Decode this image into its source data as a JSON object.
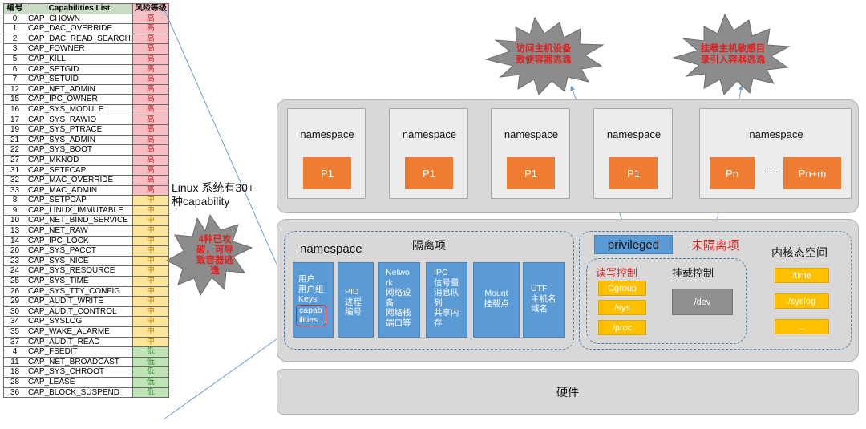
{
  "table": {
    "headers": [
      "编号",
      "Capabilities List",
      "风险等级"
    ],
    "rows": [
      {
        "num": "0",
        "name": "CAP_CHOWN",
        "risk": "高",
        "level": "high"
      },
      {
        "num": "1",
        "name": "CAP_DAC_OVERRIDE",
        "risk": "高",
        "level": "high"
      },
      {
        "num": "2",
        "name": "CAP_DAC_READ_SEARCH",
        "risk": "高",
        "level": "high"
      },
      {
        "num": "3",
        "name": "CAP_FOWNER",
        "risk": "高",
        "level": "high"
      },
      {
        "num": "5",
        "name": "CAP_KILL",
        "risk": "高",
        "level": "high"
      },
      {
        "num": "6",
        "name": "CAP_SETGID",
        "risk": "高",
        "level": "high"
      },
      {
        "num": "7",
        "name": "CAP_SETUID",
        "risk": "高",
        "level": "high"
      },
      {
        "num": "12",
        "name": "CAP_NET_ADMIN",
        "risk": "高",
        "level": "high"
      },
      {
        "num": "15",
        "name": "CAP_IPC_OWNER",
        "risk": "高",
        "level": "high"
      },
      {
        "num": "16",
        "name": "CAP_SYS_MODULE",
        "risk": "高",
        "level": "high"
      },
      {
        "num": "17",
        "name": "CAP_SYS_RAWIO",
        "risk": "高",
        "level": "high"
      },
      {
        "num": "19",
        "name": "CAP_SYS_PTRACE",
        "risk": "高",
        "level": "high"
      },
      {
        "num": "21",
        "name": "CAP_SYS_ADMIN",
        "risk": "高",
        "level": "high"
      },
      {
        "num": "22",
        "name": "CAP_SYS_BOOT",
        "risk": "高",
        "level": "high"
      },
      {
        "num": "27",
        "name": "CAP_MKNOD",
        "risk": "高",
        "level": "high"
      },
      {
        "num": "31",
        "name": "CAP_SETFCAP",
        "risk": "高",
        "level": "high"
      },
      {
        "num": "32",
        "name": "CAP_MAC_OVERRIDE",
        "risk": "高",
        "level": "high"
      },
      {
        "num": "33",
        "name": "CAP_MAC_ADMIN",
        "risk": "高",
        "level": "high"
      },
      {
        "num": "8",
        "name": "CAP_SETPCAP",
        "risk": "中",
        "level": "mid"
      },
      {
        "num": "9",
        "name": "CAP_LINUX_IMMUTABLE",
        "risk": "中",
        "level": "mid"
      },
      {
        "num": "10",
        "name": "CAP_NET_BIND_SERVICE",
        "risk": "中",
        "level": "mid"
      },
      {
        "num": "13",
        "name": "CAP_NET_RAW",
        "risk": "中",
        "level": "mid"
      },
      {
        "num": "14",
        "name": "CAP_IPC_LOCK",
        "risk": "中",
        "level": "mid"
      },
      {
        "num": "20",
        "name": "CAP_SYS_PACCT",
        "risk": "中",
        "level": "mid"
      },
      {
        "num": "23",
        "name": "CAP_SYS_NICE",
        "risk": "中",
        "level": "mid"
      },
      {
        "num": "24",
        "name": "CAP_SYS_RESOURCE",
        "risk": "中",
        "level": "mid"
      },
      {
        "num": "25",
        "name": "CAP_SYS_TIME",
        "risk": "中",
        "level": "mid"
      },
      {
        "num": "26",
        "name": "CAP_SYS_TTY_CONFIG",
        "risk": "中",
        "level": "mid"
      },
      {
        "num": "29",
        "name": "CAP_AUDIT_WRITE",
        "risk": "中",
        "level": "mid"
      },
      {
        "num": "30",
        "name": "CAP_AUDIT_CONTROL",
        "risk": "中",
        "level": "mid"
      },
      {
        "num": "34",
        "name": "CAP_SYSLOG",
        "risk": "中",
        "level": "mid"
      },
      {
        "num": "35",
        "name": "CAP_WAKE_ALARME",
        "risk": "中",
        "level": "mid"
      },
      {
        "num": "37",
        "name": "CAP_AUDIT_READ",
        "risk": "中",
        "level": "mid"
      },
      {
        "num": "4",
        "name": "CAP_FSEDIT",
        "risk": "低",
        "level": "low"
      },
      {
        "num": "11",
        "name": "CAP_NET_BROADCAST",
        "risk": "低",
        "level": "low"
      },
      {
        "num": "18",
        "name": "CAP_SYS_CHROOT",
        "risk": "低",
        "level": "low"
      },
      {
        "num": "28",
        "name": "CAP_LEASE",
        "risk": "低",
        "level": "low"
      },
      {
        "num": "36",
        "name": "CAP_BLOCK_SUSPEND",
        "risk": "低",
        "level": "low"
      }
    ]
  },
  "callouts": {
    "linux_note_line1": "Linux 系统有30+",
    "linux_note_line2": "种capability",
    "burst_left_lines": [
      "4种已攻",
      "破，可导",
      "致容器逃",
      "逸"
    ],
    "burst_top1_lines": [
      "访问主机设备",
      "致使容器逃逸"
    ],
    "burst_top2_lines": [
      "挂载主机敏感目",
      "录引入容器逃逸"
    ]
  },
  "top": {
    "namespace_label": "namespace",
    "p1": "P1",
    "pn": "Pn",
    "ellipsis": "......",
    "pnm": "Pn+m"
  },
  "mid": {
    "ns_title": "namespace",
    "isolation_title": "隔离项",
    "items": [
      {
        "lines": [
          "用户",
          "用户组",
          "Keys"
        ],
        "highlight": [
          "capab",
          "ilities"
        ]
      },
      {
        "lines": [
          "PID",
          "进程",
          "编号"
        ]
      },
      {
        "lines": [
          "Netwo",
          "rk",
          "网络设",
          "备",
          "网络栈",
          "端口等"
        ]
      },
      {
        "lines": [
          "IPC",
          "信号量",
          "消息队",
          "列",
          "共享内",
          "存"
        ]
      },
      {
        "lines": [
          "Mount",
          "挂载点"
        ]
      },
      {
        "lines": [
          "UTF",
          "主机名",
          "域名"
        ]
      }
    ],
    "privileged": "privileged",
    "non_isolated": "未隔离项",
    "kernel_space": "内核态空间",
    "rw_control": "读写控制",
    "mount_control": "挂载控制",
    "cgroup": "Cgroup",
    "sys": "/sys",
    "proc": "/proc",
    "dev": "/dev",
    "time": "/time",
    "syslog": "/syslog",
    "more": "..."
  },
  "hardware": "硬件",
  "colors": {
    "accent_orange": "#ee7d31",
    "accent_blue": "#5b9bd5",
    "accent_yellow": "#ffc000",
    "alert_red": "#e02020",
    "burst_gray": "#8c8c8c"
  }
}
